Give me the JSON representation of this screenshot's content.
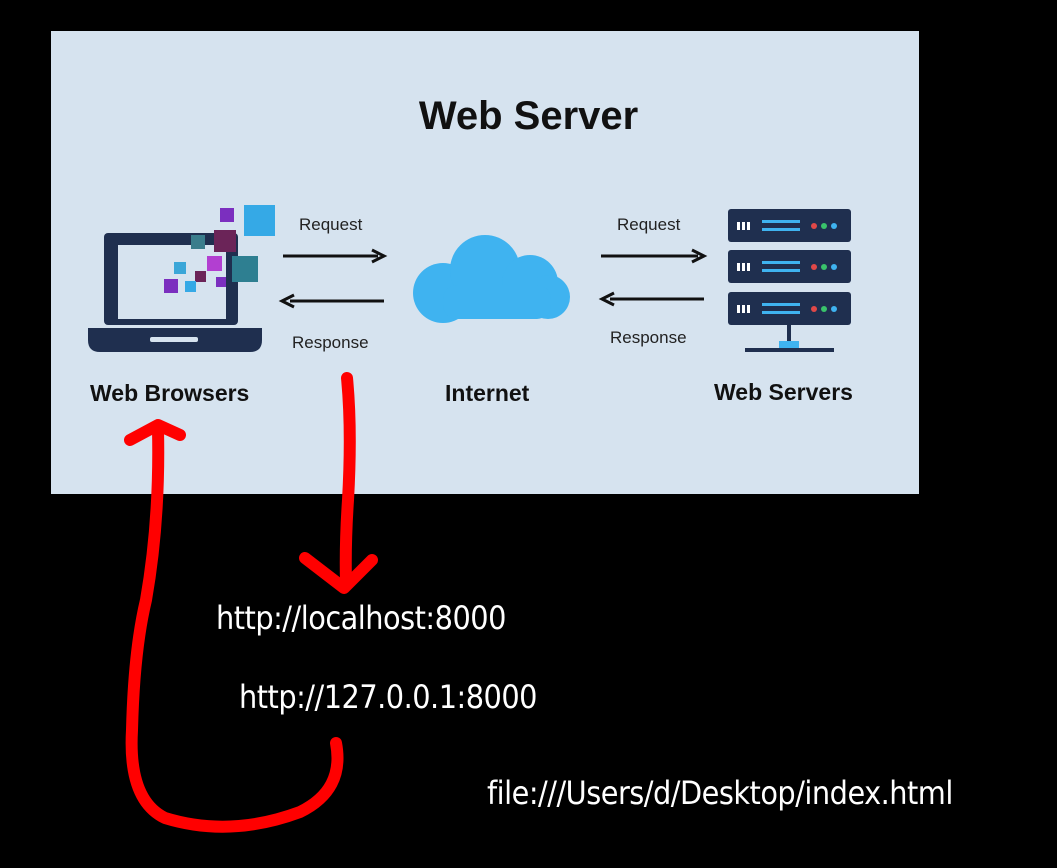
{
  "diagram": {
    "title": "Web Server",
    "nodes": {
      "browsers": "Web Browsers",
      "internet": "Internet",
      "servers": "Web Servers"
    },
    "arrows": {
      "left_request": "Request",
      "left_response": "Response",
      "right_request": "Request",
      "right_response": "Response"
    }
  },
  "annotations": {
    "url_localhost": "http://localhost:8000",
    "url_loopback": "http://127.0.0.1:8000",
    "url_file": "file:///Users/d/Desktop/index.html"
  },
  "colors": {
    "panel": "#d6e3ef",
    "cloud": "#3fb3f0",
    "device": "#1f2f4f",
    "annotation": "#ff0000"
  }
}
